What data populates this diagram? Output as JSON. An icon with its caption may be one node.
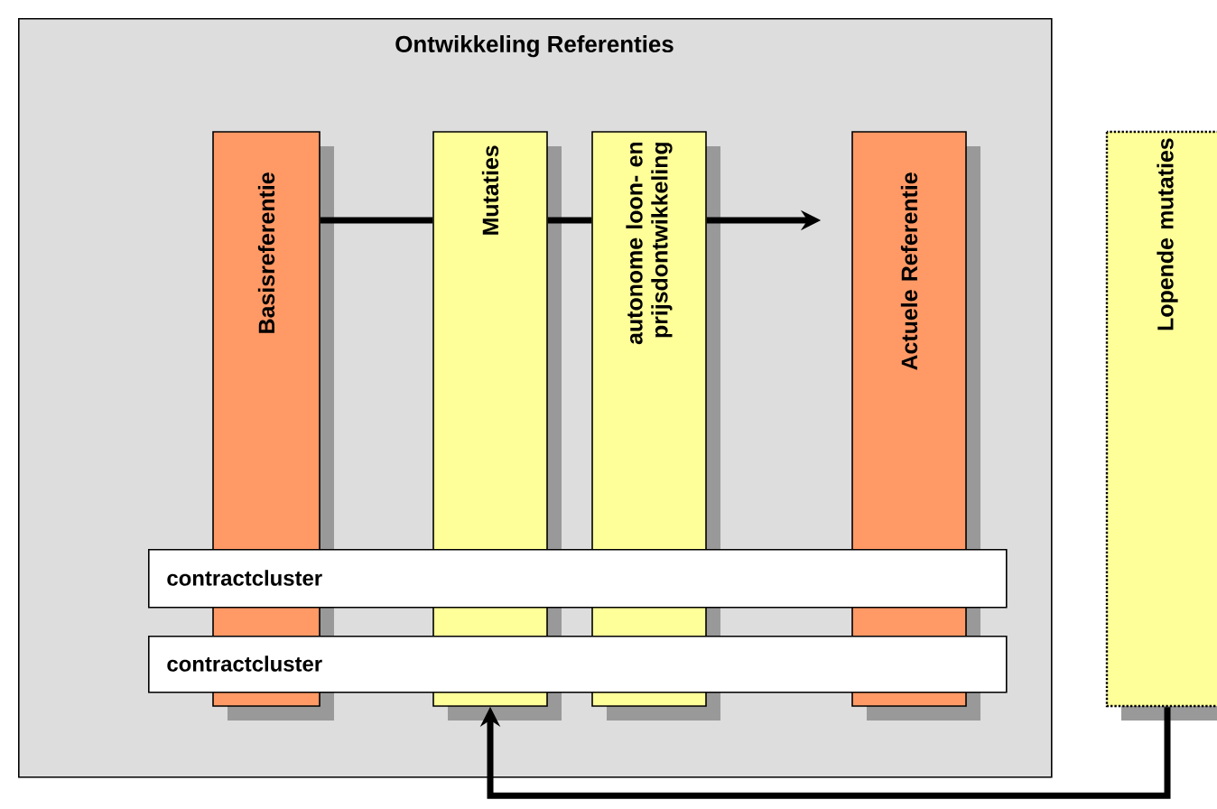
{
  "diagram": {
    "nodes": [
      {
        "text": [
          "Ontwikkeling Referenties"
        ]
      },
      {
        "text": [
          "Basisreferentie"
        ],
        "in": 0
      },
      {
        "text": [
          "Mutaties"
        ],
        "in": 0
      },
      {
        "text": [
          "autonome loon- en prijsdontwikkeling"
        ],
        "in": 0
      },
      {
        "text": [
          "Actuele Referentie"
        ],
        "in": 0
      },
      {
        "text": [
          "contractcluster"
        ],
        "in": 0
      },
      {
        "text": [
          "contractcluster"
        ],
        "in": 0
      },
      {
        "text": [
          "Lopende mutaties"
        ]
      }
    ],
    "edges": [
      {
        "from": 1,
        "to": 2,
        "arrow": "none"
      },
      {
        "from": 2,
        "to": 3,
        "arrow": "none"
      },
      {
        "from": 3,
        "to": 4,
        "arrow": "to"
      },
      {
        "from": 7,
        "to": 2,
        "arrow": "to"
      }
    ]
  }
}
